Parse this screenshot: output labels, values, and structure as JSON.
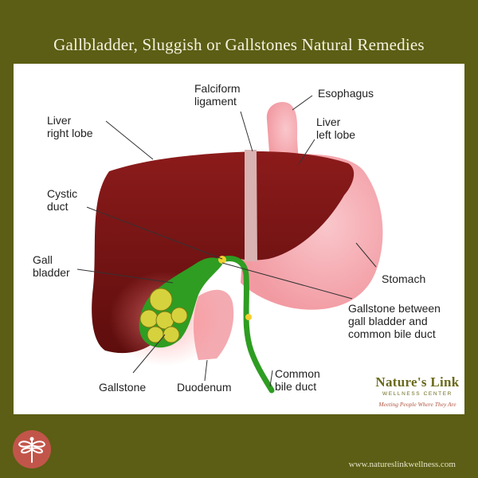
{
  "title": "Gallbladder, Sluggish or Gallstones Natural Remedies",
  "labels": {
    "falciform": "Falciform\nligament",
    "esophagus": "Esophagus",
    "liver_right": "Liver\nright lobe",
    "liver_left": "Liver\nleft lobe",
    "cystic": "Cystic\nduct",
    "gall_bladder": "Gall\nbladder",
    "stomach": "Stomach",
    "gallstone_between": "Gallstone between\ngall bladder and\ncommon bile duct",
    "gallstone": "Gallstone",
    "duodenum": "Duodenum",
    "common_bile": "Common\nbile duct"
  },
  "brand": {
    "name": "Nature's Link",
    "subtitle": "WELLNESS CENTER",
    "tagline": "Meeting People Where They Are"
  },
  "footer": {
    "url": "www.natureslinkwellness.com"
  },
  "colors": {
    "background": "#5b5e14",
    "liver": "#7a1414",
    "stomach": "#f7b3b9",
    "gall_bladder": "#2e9d22",
    "gallstone": "#d6d23e",
    "logo": "#c2554a"
  },
  "icons": {
    "logo": "dragonfly-icon"
  }
}
